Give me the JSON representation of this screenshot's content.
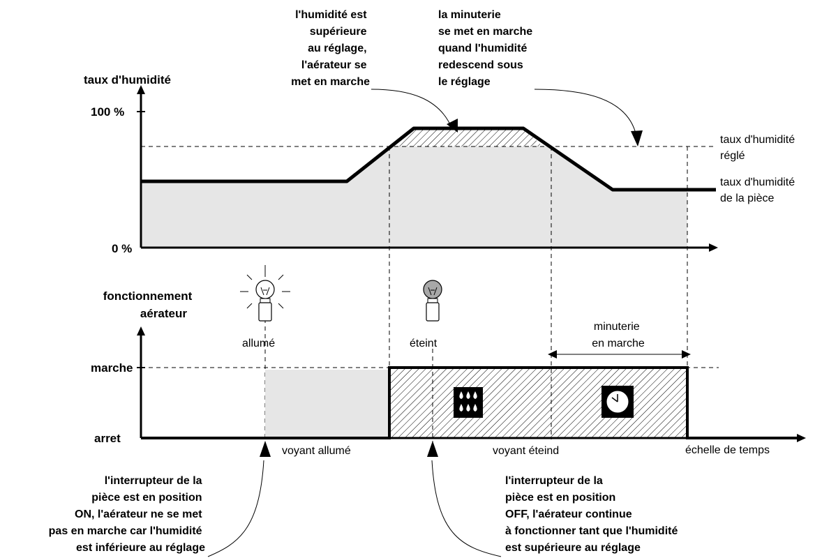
{
  "humidity_chart": {
    "y_axis_label": "taux d'humidité",
    "y_max_label": "100 %",
    "y_min_label": "0 %",
    "setpoint_label_line1": "taux d'humidité",
    "setpoint_label_line2": "réglé",
    "room_label_line1": "taux d'humidité",
    "room_label_line2": "de la pièce"
  },
  "fan_chart": {
    "y_axis_label_line1": "fonctionnement",
    "y_axis_label_line2": "aérateur",
    "on_label": "marche",
    "off_label": "arret",
    "time_axis_label": "échelle de temps",
    "timer_label_line1": "minuterie",
    "timer_label_line2": "en marche",
    "lamp_on_label": "allumé",
    "lamp_off_label": "éteint",
    "indicator_on_text": "voyant allumé",
    "indicator_off_text": "voyant éteind",
    "icons": [
      "bulb-on-icon",
      "bulb-off-icon",
      "water-drops-icon",
      "clock-icon"
    ]
  },
  "annotations": {
    "humidity_above": [
      "l'humidité est",
      "supérieure",
      "au réglage,",
      "l'aérateur se",
      "met en marche"
    ],
    "timer_start": [
      "la minuterie",
      "se met en marche",
      "quand l'humidité",
      "redescend sous",
      "le réglage"
    ],
    "switch_on": [
      "l'interrupteur de la",
      "pièce est en position",
      "ON, l'aérateur ne se met",
      "pas en marche car l'humidité",
      "est inférieure au réglage"
    ],
    "switch_off": [
      "l'interrupteur de la",
      "pièce est en position",
      "OFF, l'aérateur continue",
      "à fonctionner tant que l'humidité",
      "est supérieure au réglage"
    ]
  }
}
